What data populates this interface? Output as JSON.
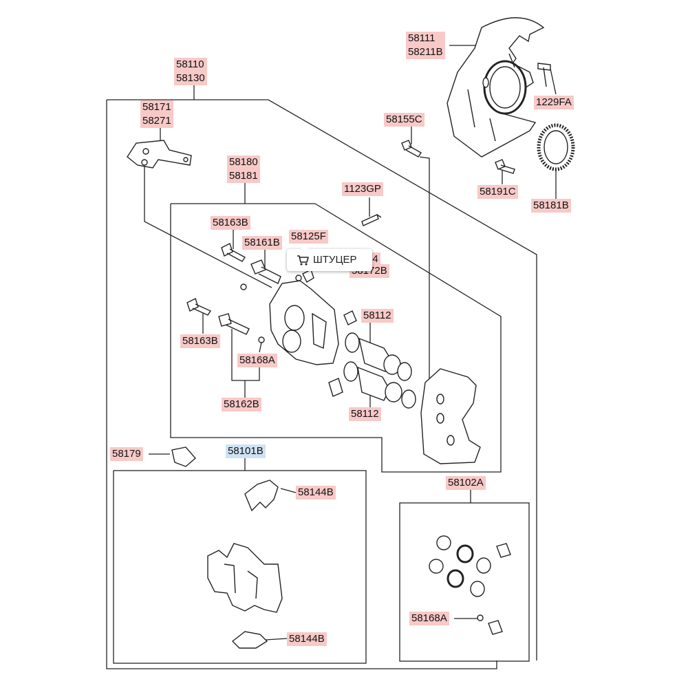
{
  "labels": {
    "l58110": [
      "58110",
      "58130"
    ],
    "l58111": [
      "58111",
      "58211B"
    ],
    "l58171": [
      "58171",
      "58271"
    ],
    "l58180": [
      "58180",
      "58181"
    ],
    "l58155C": "58155C",
    "l1229FA": "1229FA",
    "l58191C": "58191C",
    "l58181B": "58181B",
    "l1123GP": "1123GP",
    "l58163B_top": "58163B",
    "l58161B": "58161B",
    "l58125F": "58125F",
    "l58114": "14",
    "l58172B": "58172B",
    "l58112_top": "58112",
    "l58163B_bottom": "58163B",
    "l58168A_mid": "58168A",
    "l58162B": "58162B",
    "l58112_bottom": "58112",
    "l58179": "58179",
    "l58101B": "58101B",
    "l58144B_top": "58144B",
    "l58144B_bottom": "58144B",
    "l58102A": "58102A",
    "l58168A_kit": "58168A"
  },
  "tooltip": {
    "text": "ШТУЦЕР",
    "icon": "cart-icon"
  },
  "colors": {
    "label_bg": "#f7c9c7",
    "label_selected_bg": "#cfe2f5",
    "line": "#222222"
  }
}
